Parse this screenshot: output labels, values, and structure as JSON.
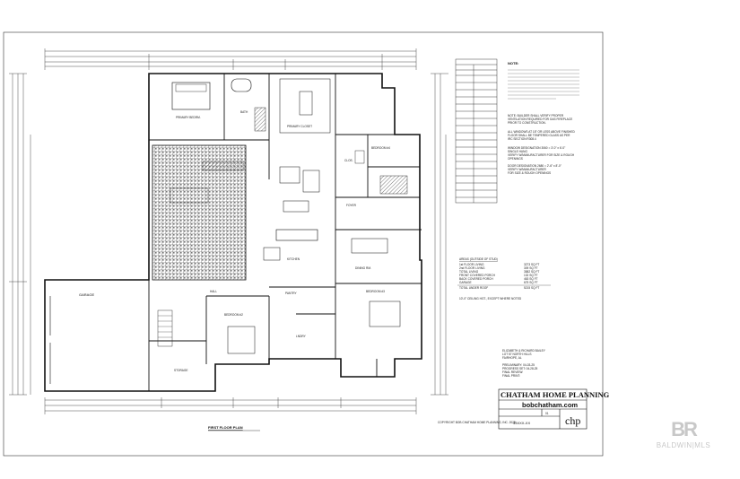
{
  "rooms": {
    "primary_bedroom": "PRIMARY BEDRM.",
    "primary_closet": "PRIMARY CLOSET",
    "bath": "BATH",
    "garage": "GARAGE",
    "bedroom_2": "BEDROOM #2",
    "bedroom_3": "BEDROOM #3",
    "bedroom_4": "BEDROOM #4",
    "foyer": "FOYER",
    "dining": "DINING RM.",
    "pantry": "PANTRY",
    "kitchen": "KITCHEN",
    "storage": "STORAGE",
    "closet": "CLOS.",
    "hall": "HALL",
    "laundry": "LNDRY"
  },
  "drawing": {
    "title": "FIRST FLOOR PLAN",
    "ceiling_note": "10'-0\" CEILING HGT., EXCEPT WHERE NOTED",
    "copyright": "COPYRIGHT BOB CHATHAM HOME PLANNING, INC. 2025"
  },
  "notes": {
    "heading": "NOTE:",
    "lines": [
      "NOTE: BUILDER SHALL VERIFY PROPER",
      "VENTILATION REQUIRED FOR GAS FIREPLACE",
      "PRIOR TO CONSTRUCTION.",
      "ALL WINDOWS AT 18\" OR LESS ABOVE FINISHED",
      "FLOOR SHALL BE TEMPERED GLASS AS PER",
      "IRC SECTION R308.4",
      "WINDOW DESIGNATION 3060 = 3'-0\" x 6'-0\"",
      "SINGLE HUNG",
      "VERIFY W/MANUFACTURER FOR SIZE & ROUGH",
      "OPENINGS",
      "DOOR DESIGNATION 2680 = 2'-6\" x 8'-0\"",
      "VERIFY W/MANUFACTURER",
      "FOR SIZE & ROUGH OPENINGS"
    ]
  },
  "areas": {
    "heading": "AREAS (OUTSIDE OF STUD)",
    "rows": [
      {
        "label": "1st FLOOR LIVING",
        "value": "3273 SQ FT"
      },
      {
        "label": "2nd FLOOR LIVING",
        "value": "309 SQ FT"
      },
      {
        "label": "TOTAL LIVING",
        "value": "3582 SQ FT"
      },
      {
        "label": "FRONT COVERED PORCH",
        "value": "132 SQ FT"
      },
      {
        "label": "BACK COVERED PORCH",
        "value": "463 SQ FT"
      },
      {
        "label": "GARAGE",
        "value": "675 SQ FT"
      },
      {
        "label": "TOTAL UNDER ROOF",
        "value": "5215 SQ FT"
      }
    ]
  },
  "project": {
    "lines": [
      "ELIZABETH & RICHARD BAILEY",
      "LOT 57 NORTH HILLS",
      "FAIRHOPE, AL"
    ],
    "dates": [
      "PRELIMINARY: 04-03-25",
      "PROGRESS SET: 04-28-25",
      "FINAL REVIEW:",
      "FINAL PRINT:"
    ]
  },
  "titleblock": {
    "company": "CHATHAM HOME PLANNING",
    "url": "bobchatham.com",
    "plan_number": "43XXX-XX",
    "sheet": "01",
    "monogram": "chp"
  },
  "watermark": {
    "logo": "BR",
    "text": "BALDWIN|MLS"
  },
  "colors": {
    "ink": "#111111",
    "hatch": "#555555",
    "watermark": "#c8c8c8"
  }
}
